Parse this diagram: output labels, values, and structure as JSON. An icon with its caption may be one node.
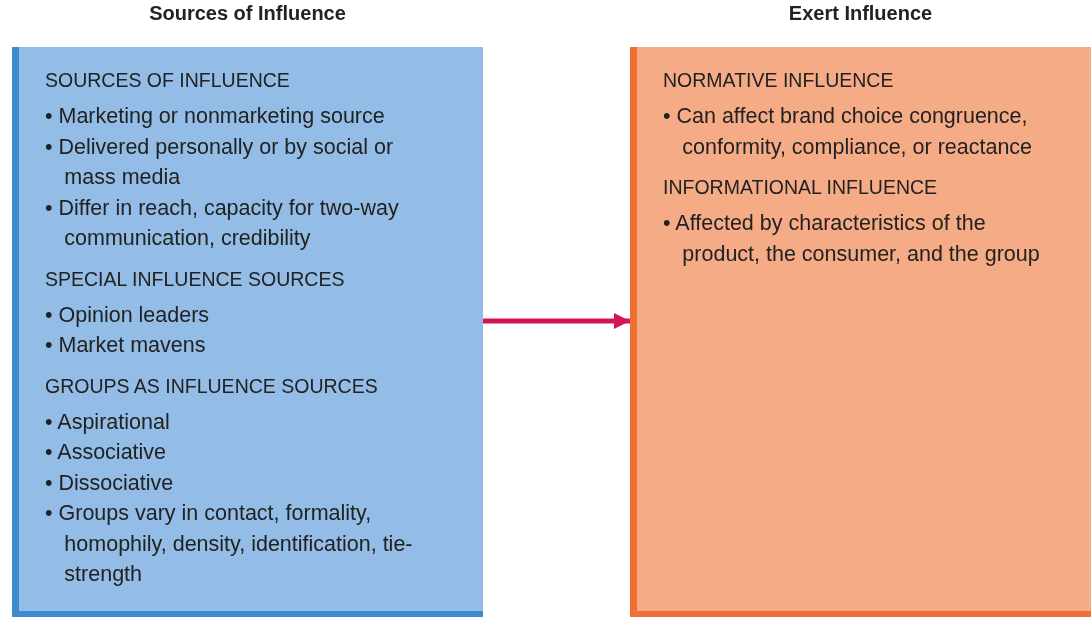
{
  "diagram": {
    "nodes": [
      {
        "text": [
          "Sources of Influence",
          "SOURCES OF INFLUENCE",
          "• Marketing or nonmarketing source",
          "• Delivered personally or by social or mass media",
          "• Differ in reach, capacity for two-way communication, credibility",
          "SPECIAL INFLUENCE SOURCES",
          "• Opinion leaders",
          "• Market mavens",
          "GROUPS AS INFLUENCE SOURCES",
          "• Aspirational",
          "• Associative",
          "• Dissociative",
          "• Groups vary in contact, formality, homophily, density, identification, tie-strength"
        ]
      },
      {
        "text": [
          "Exert Influence",
          "NORMATIVE INFLUENCE",
          "• Can affect brand choice congruence, conformity, compliance, or reactance",
          "INFORMATIONAL INFLUENCE",
          "• Affected by characteristics of the product, the consumer, and the group"
        ]
      }
    ],
    "edges": [
      {
        "from": 0,
        "to": 1,
        "arrow": "to"
      }
    ]
  }
}
